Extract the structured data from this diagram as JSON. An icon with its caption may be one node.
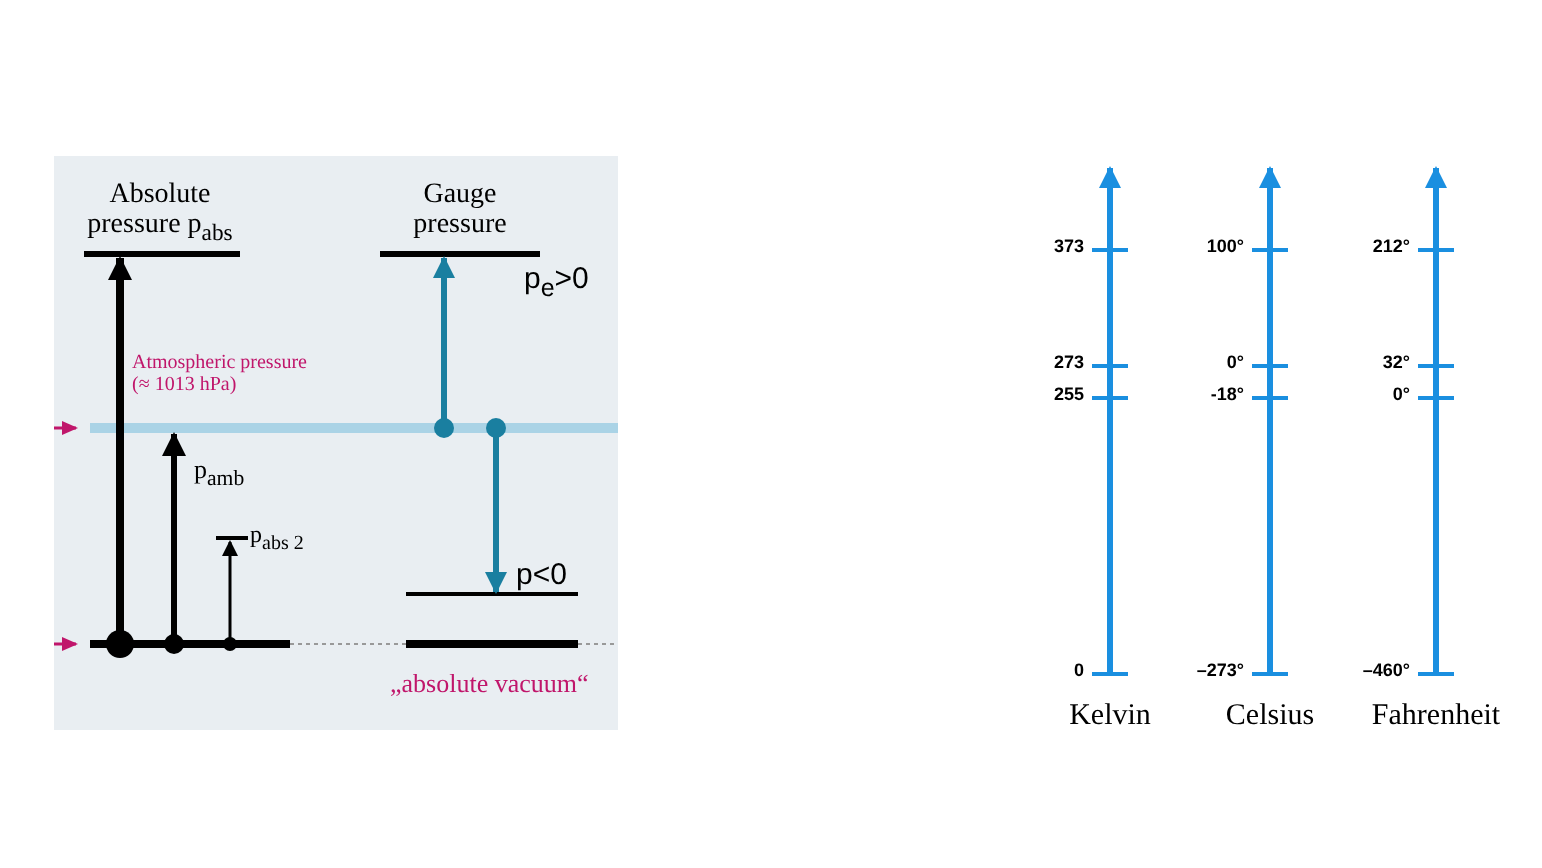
{
  "diagram": {
    "labels": [
      "Absolute pressure p$_{abs}$",
      "Gauge pressure",
      "p$_{e}$>0",
      "Atmospheric pressure (≈ 1013 hPa)",
      "p$_{amb}$",
      "p$_{abs 2}$",
      "p<0",
      "„absolute vacuum“",
      "373",
      "100°",
      "212°",
      "273",
      "0°",
      "32°",
      "255",
      "-18°",
      "0°",
      "0",
      "–273°",
      "–460°",
      "Kelvin",
      "Celsius",
      "Fahrenheit"
    ]
  }
}
